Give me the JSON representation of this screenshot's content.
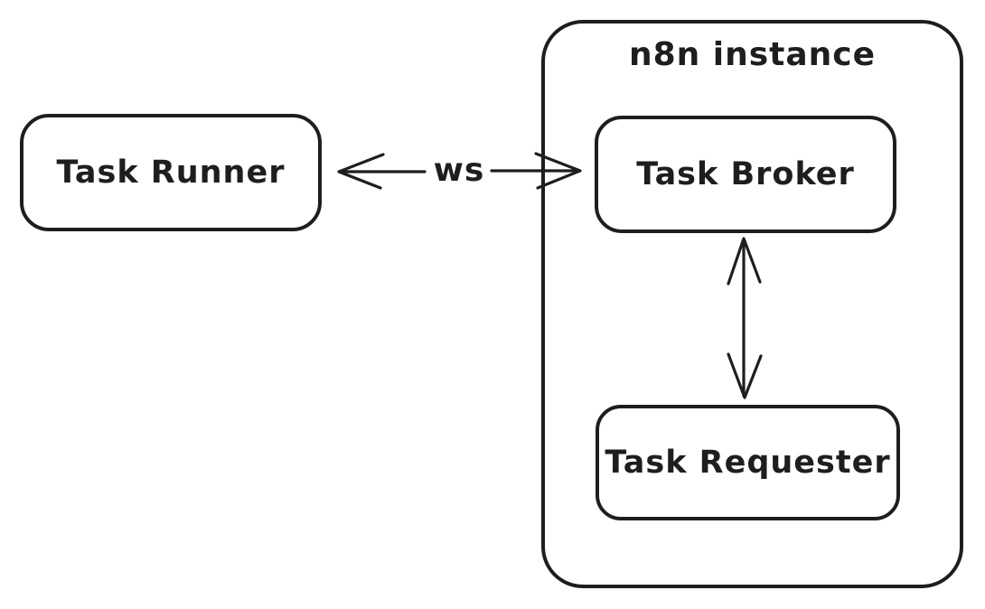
{
  "diagram": {
    "background_color": "#ffffff",
    "stroke_color": "#1e1e1e",
    "nodes": {
      "task_runner": {
        "label": "Task Runner"
      },
      "n8n_instance": {
        "label": "n8n instance"
      },
      "task_broker": {
        "label": "Task Broker"
      },
      "task_requester": {
        "label": "Task Requester"
      }
    },
    "edges": {
      "ws": {
        "label": "ws",
        "type": "bidirectional-arrow",
        "from": "task_runner",
        "to": "task_broker"
      },
      "broker_requester": {
        "type": "bidirectional-arrow",
        "from": "task_broker",
        "to": "task_requester"
      }
    }
  }
}
